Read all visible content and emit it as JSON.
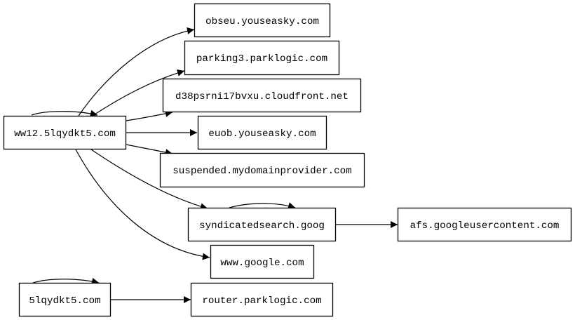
{
  "graph": {
    "nodes": {
      "ww12": "ww12.5lqydkt5.com",
      "obseu": "obseu.youseasky.com",
      "parking3": "parking3.parklogic.com",
      "cloudfront": "d38psrni17bvxu.cloudfront.net",
      "euob": "euob.youseasky.com",
      "suspended": "suspended.mydomainprovider.com",
      "syndicated": "syndicatedsearch.goog",
      "afs": "afs.googleusercontent.com",
      "google": "www.google.com",
      "root": "5lqydkt5.com",
      "router": "router.parklogic.com"
    },
    "edges": [
      {
        "from": "ww12",
        "to": "ww12"
      },
      {
        "from": "ww12",
        "to": "obseu"
      },
      {
        "from": "ww12",
        "to": "parking3"
      },
      {
        "from": "ww12",
        "to": "cloudfront"
      },
      {
        "from": "ww12",
        "to": "euob"
      },
      {
        "from": "ww12",
        "to": "suspended"
      },
      {
        "from": "ww12",
        "to": "syndicated"
      },
      {
        "from": "ww12",
        "to": "google"
      },
      {
        "from": "syndicated",
        "to": "syndicated"
      },
      {
        "from": "syndicated",
        "to": "afs"
      },
      {
        "from": "root",
        "to": "root"
      },
      {
        "from": "root",
        "to": "router"
      }
    ],
    "colors": {
      "stroke": "#000000",
      "fill": "#ffffff"
    }
  }
}
